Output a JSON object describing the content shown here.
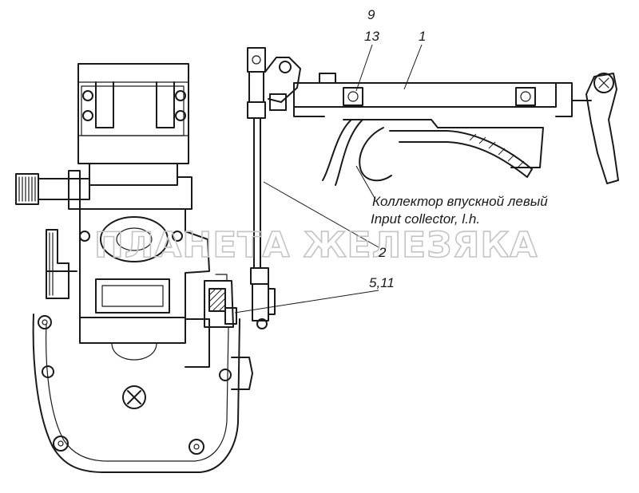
{
  "callouts": {
    "c9": "9",
    "c13": "13",
    "c1": "1",
    "c2": "2",
    "c5_11": "5,11"
  },
  "annotation": {
    "line_ru": "Коллектор впускной левый",
    "line_en": "Input collector, l.h."
  },
  "watermark": "ПЛАНЕТА ЖЕЛЕЗЯКА"
}
